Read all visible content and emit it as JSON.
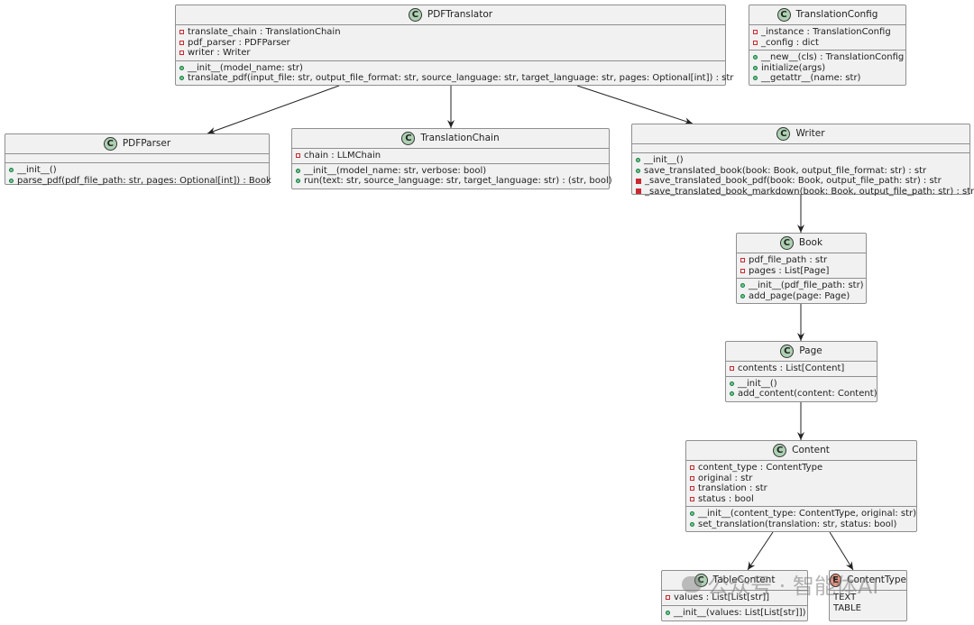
{
  "classes": {
    "pdftranslator": {
      "badge": "C",
      "name": "PDFTranslator",
      "fields": [
        {
          "vis": "priv",
          "text": "translate_chain : TranslationChain"
        },
        {
          "vis": "priv",
          "text": "pdf_parser : PDFParser"
        },
        {
          "vis": "priv",
          "text": "writer : Writer"
        }
      ],
      "methods": [
        {
          "vis": "pub",
          "text": "__init__(model_name: str)"
        },
        {
          "vis": "pub",
          "text": "translate_pdf(input_file: str, output_file_format: str, source_language: str, target_language: str, pages: Optional[int]) : str"
        }
      ]
    },
    "translationconfig": {
      "badge": "C",
      "name": "TranslationConfig",
      "fields": [
        {
          "vis": "priv",
          "text": "_instance : TranslationConfig"
        },
        {
          "vis": "priv",
          "text": "_config : dict"
        }
      ],
      "methods": [
        {
          "vis": "pub",
          "text": "__new__(cls) : TranslationConfig"
        },
        {
          "vis": "pub",
          "text": "initialize(args)"
        },
        {
          "vis": "pub",
          "text": "__getattr__(name: str)"
        }
      ]
    },
    "pdfparser": {
      "badge": "C",
      "name": "PDFParser",
      "fields": [],
      "methods": [
        {
          "vis": "pub",
          "text": "__init__()"
        },
        {
          "vis": "pub",
          "text": "parse_pdf(pdf_file_path: str, pages: Optional[int]) : Book"
        }
      ]
    },
    "translationchain": {
      "badge": "C",
      "name": "TranslationChain",
      "fields": [
        {
          "vis": "priv",
          "text": "chain : LLMChain"
        }
      ],
      "methods": [
        {
          "vis": "pub",
          "text": "__init__(model_name: str, verbose: bool)"
        },
        {
          "vis": "pub",
          "text": "run(text: str, source_language: str, target_language: str) : (str, bool)"
        }
      ]
    },
    "writer": {
      "badge": "C",
      "name": "Writer",
      "fields": [],
      "methods": [
        {
          "vis": "pub",
          "text": "__init__()"
        },
        {
          "vis": "pub",
          "text": "save_translated_book(book: Book, output_file_format: str) : str"
        },
        {
          "vis": "privfill",
          "text": "_save_translated_book_pdf(book: Book, output_file_path: str) : str"
        },
        {
          "vis": "privfill",
          "text": "_save_translated_book_markdown(book: Book, output_file_path: str) : str"
        }
      ]
    },
    "book": {
      "badge": "C",
      "name": "Book",
      "fields": [
        {
          "vis": "priv",
          "text": "pdf_file_path : str"
        },
        {
          "vis": "priv",
          "text": "pages : List[Page]"
        }
      ],
      "methods": [
        {
          "vis": "pub",
          "text": "__init__(pdf_file_path: str)"
        },
        {
          "vis": "pub",
          "text": "add_page(page: Page)"
        }
      ]
    },
    "page": {
      "badge": "C",
      "name": "Page",
      "fields": [
        {
          "vis": "priv",
          "text": "contents : List[Content]"
        }
      ],
      "methods": [
        {
          "vis": "pub",
          "text": "__init__()"
        },
        {
          "vis": "pub",
          "text": "add_content(content: Content)"
        }
      ]
    },
    "content": {
      "badge": "C",
      "name": "Content",
      "fields": [
        {
          "vis": "priv",
          "text": "content_type : ContentType"
        },
        {
          "vis": "priv",
          "text": "original : str"
        },
        {
          "vis": "priv",
          "text": "translation : str"
        },
        {
          "vis": "priv",
          "text": "status : bool"
        }
      ],
      "methods": [
        {
          "vis": "pub",
          "text": "__init__(content_type: ContentType, original: str)"
        },
        {
          "vis": "pub",
          "text": "set_translation(translation: str, status: bool)"
        }
      ]
    },
    "tablecontent": {
      "badge": "C",
      "name": "TableContent",
      "fields": [
        {
          "vis": "priv",
          "text": "values : List[List[str]]"
        }
      ],
      "methods": [
        {
          "vis": "pub",
          "text": "__init__(values: List[List[str]])"
        }
      ]
    },
    "contenttype": {
      "badge": "E",
      "name": "ContentType",
      "fields": [
        {
          "vis": "none",
          "text": "TEXT"
        },
        {
          "vis": "none",
          "text": "TABLE"
        }
      ],
      "methods": []
    }
  },
  "relations": [
    {
      "from": "PDFTranslator",
      "to": "PDFParser"
    },
    {
      "from": "PDFTranslator",
      "to": "TranslationChain"
    },
    {
      "from": "PDFTranslator",
      "to": "Writer"
    },
    {
      "from": "Writer",
      "to": "Book"
    },
    {
      "from": "Book",
      "to": "Page"
    },
    {
      "from": "Page",
      "to": "Content"
    },
    {
      "from": "Content",
      "to": "TableContent"
    },
    {
      "from": "Content",
      "to": "ContentType"
    }
  ],
  "watermark": "公众号 · 智能体AI",
  "colors": {
    "class_badge": "#ADD1B2",
    "enum_badge": "#EB937F",
    "private_marker": "#C82930",
    "public_marker": "#84BE84",
    "box_fill": "#F1F1F1"
  }
}
